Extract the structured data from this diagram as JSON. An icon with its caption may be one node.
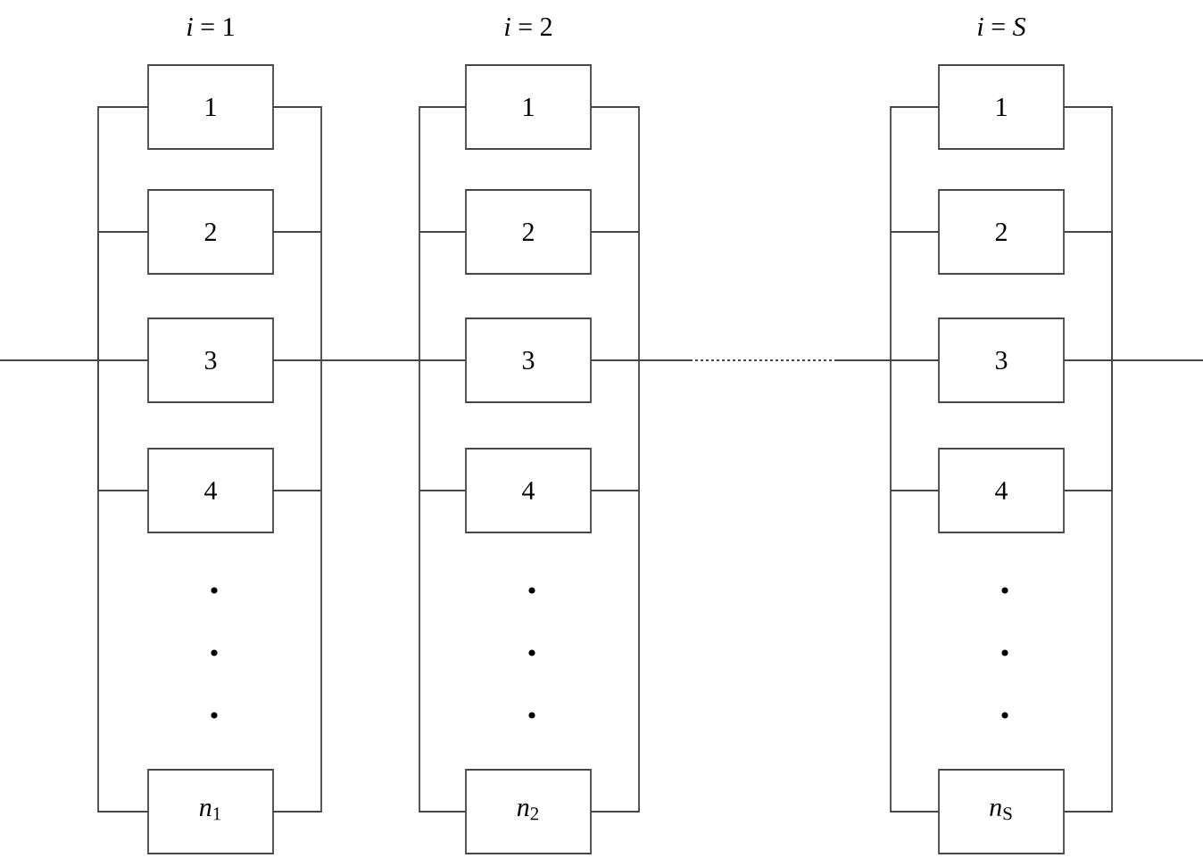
{
  "diagram": {
    "nodes": [
      {
        "text": [
          "1"
        ]
      },
      {
        "text": [
          "2"
        ]
      },
      {
        "text": [
          "3"
        ]
      },
      {
        "text": [
          "4"
        ]
      },
      {
        "text": [
          "*n*$_{1}$"
        ]
      },
      {
        "text": [
          "1"
        ]
      },
      {
        "text": [
          "2"
        ]
      },
      {
        "text": [
          "3"
        ]
      },
      {
        "text": [
          "4"
        ]
      },
      {
        "text": [
          "*n*$_{2}$"
        ]
      },
      {
        "text": [
          "1"
        ]
      },
      {
        "text": [
          "2"
        ]
      },
      {
        "text": [
          "3"
        ]
      },
      {
        "text": [
          "4"
        ]
      },
      {
        "text": [
          "*n*$_{S}$"
        ]
      }
    ],
    "edges": [
      {
        "from": null,
        "to": 0,
        "arrow": "none"
      },
      {
        "from": null,
        "to": 1,
        "arrow": "none"
      },
      {
        "from": null,
        "to": 2,
        "arrow": "none"
      },
      {
        "from": null,
        "to": 3,
        "arrow": "none"
      },
      {
        "from": null,
        "to": 4,
        "arrow": "none"
      },
      {
        "from": 0,
        "to": 5,
        "arrow": "none"
      },
      {
        "from": 0,
        "to": 6,
        "arrow": "none"
      },
      {
        "from": 0,
        "to": 7,
        "arrow": "none"
      },
      {
        "from": 0,
        "to": 8,
        "arrow": "none"
      },
      {
        "from": 0,
        "to": 9,
        "arrow": "none"
      },
      {
        "from": 1,
        "to": 5,
        "arrow": "none"
      },
      {
        "from": 1,
        "to": 6,
        "arrow": "none"
      },
      {
        "from": 1,
        "to": 7,
        "arrow": "none"
      },
      {
        "from": 1,
        "to": 8,
        "arrow": "none"
      },
      {
        "from": 1,
        "to": 9,
        "arrow": "none"
      },
      {
        "from": 2,
        "to": 5,
        "arrow": "none"
      },
      {
        "from": 2,
        "to": 6,
        "arrow": "none"
      },
      {
        "from": 2,
        "to": 7,
        "arrow": "none"
      },
      {
        "from": 2,
        "to": 8,
        "arrow": "none"
      },
      {
        "from": 2,
        "to": 9,
        "arrow": "none"
      },
      {
        "from": 3,
        "to": 5,
        "arrow": "none"
      },
      {
        "from": 3,
        "to": 6,
        "arrow": "none"
      },
      {
        "from": 3,
        "to": 7,
        "arrow": "none"
      },
      {
        "from": 3,
        "to": 8,
        "arrow": "none"
      },
      {
        "from": 3,
        "to": 9,
        "arrow": "none"
      },
      {
        "from": 4,
        "to": 5,
        "arrow": "none"
      },
      {
        "from": 4,
        "to": 6,
        "arrow": "none"
      },
      {
        "from": 4,
        "to": 7,
        "arrow": "none"
      },
      {
        "from": 4,
        "to": 8,
        "arrow": "none"
      },
      {
        "from": 4,
        "to": 9,
        "arrow": "none"
      },
      {
        "from": 5,
        "to": 10,
        "arrow": "none",
        "style": "dashed"
      },
      {
        "from": 5,
        "to": 11,
        "arrow": "none",
        "style": "dashed"
      },
      {
        "from": 5,
        "to": 12,
        "arrow": "none",
        "style": "dashed"
      },
      {
        "from": 5,
        "to": 13,
        "arrow": "none",
        "style": "dashed"
      },
      {
        "from": 5,
        "to": 14,
        "arrow": "none",
        "style": "dashed"
      },
      {
        "from": 6,
        "to": 10,
        "arrow": "none",
        "style": "dashed"
      },
      {
        "from": 6,
        "to": 11,
        "arrow": "none",
        "style": "dashed"
      },
      {
        "from": 6,
        "to": 12,
        "arrow": "none",
        "style": "dashed"
      },
      {
        "from": 6,
        "to": 13,
        "arrow": "none",
        "style": "dashed"
      },
      {
        "from": 6,
        "to": 14,
        "arrow": "none",
        "style": "dashed"
      },
      {
        "from": 7,
        "to": 10,
        "arrow": "none",
        "style": "dashed"
      },
      {
        "from": 7,
        "to": 11,
        "arrow": "none",
        "style": "dashed"
      },
      {
        "from": 7,
        "to": 12,
        "arrow": "none",
        "style": "dashed"
      },
      {
        "from": 7,
        "to": 13,
        "arrow": "none",
        "style": "dashed"
      },
      {
        "from": 7,
        "to": 14,
        "arrow": "none",
        "style": "dashed"
      },
      {
        "from": 8,
        "to": 10,
        "arrow": "none",
        "style": "dashed"
      },
      {
        "from": 8,
        "to": 11,
        "arrow": "none",
        "style": "dashed"
      },
      {
        "from": 8,
        "to": 12,
        "arrow": "none",
        "style": "dashed"
      },
      {
        "from": 8,
        "to": 13,
        "arrow": "none",
        "style": "dashed"
      },
      {
        "from": 8,
        "to": 14,
        "arrow": "none",
        "style": "dashed"
      },
      {
        "from": 9,
        "to": 10,
        "arrow": "none",
        "style": "dashed"
      },
      {
        "from": 9,
        "to": 11,
        "arrow": "none",
        "style": "dashed"
      },
      {
        "from": 9,
        "to": 12,
        "arrow": "none",
        "style": "dashed"
      },
      {
        "from": 9,
        "to": 13,
        "arrow": "none",
        "style": "dashed"
      },
      {
        "from": 9,
        "to": 14,
        "arrow": "none",
        "style": "dashed"
      },
      {
        "from": 10,
        "to": null,
        "arrow": "none"
      },
      {
        "from": 11,
        "to": null,
        "arrow": "none"
      },
      {
        "from": 12,
        "to": null,
        "arrow": "none"
      },
      {
        "from": 13,
        "to": null,
        "arrow": "none"
      },
      {
        "from": 14,
        "to": null,
        "arrow": "none"
      }
    ],
    "labels": [
      "*i* = 1",
      "*i* = 2",
      "*i* = *S*"
    ]
  }
}
